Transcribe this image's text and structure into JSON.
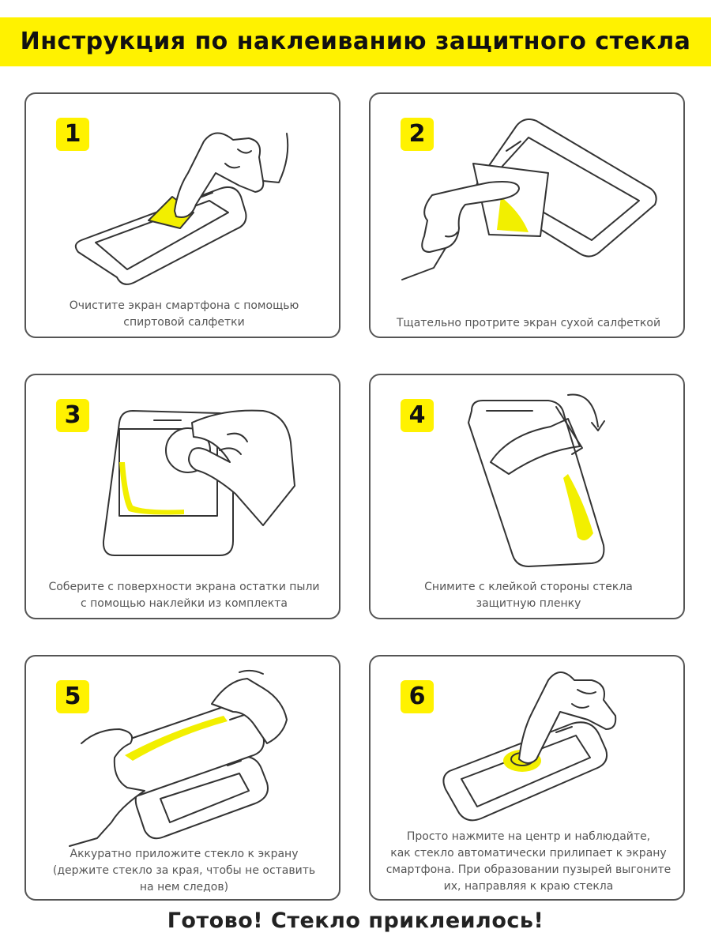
{
  "header": {
    "title": "Инструкция по наклеиванию защитного стекла"
  },
  "steps": [
    {
      "number": "1",
      "caption_lines": [
        "Очистите экран смартфона с помощью",
        "спиртовой салфетки"
      ]
    },
    {
      "number": "2",
      "caption_lines": [
        "Тщательно протрите экран сухой салфеткой"
      ]
    },
    {
      "number": "3",
      "caption_lines": [
        "Соберите с поверхности экрана остатки пыли",
        "с помощью наклейки из комплекта"
      ]
    },
    {
      "number": "4",
      "caption_lines": [
        "Снимите с клейкой стороны стекла",
        "защитную пленку"
      ]
    },
    {
      "number": "5",
      "caption_lines": [
        "Аккуратно приложите стекло к экрану",
        "(держите стекло за края, чтобы не оставить",
        "на нем следов)"
      ]
    },
    {
      "number": "6",
      "caption_lines": [
        "Просто нажмите на центр и наблюдайте,",
        "как стекло автоматически прилипает к экрану",
        "смартфона. При образовании пузырей выгоните",
        "их, направляя к краю стекла"
      ]
    }
  ],
  "footer": {
    "text": "Готово! Стекло приклеилось!"
  },
  "colors": {
    "accent": "#fff200",
    "border": "#555555",
    "text": "#333333"
  }
}
